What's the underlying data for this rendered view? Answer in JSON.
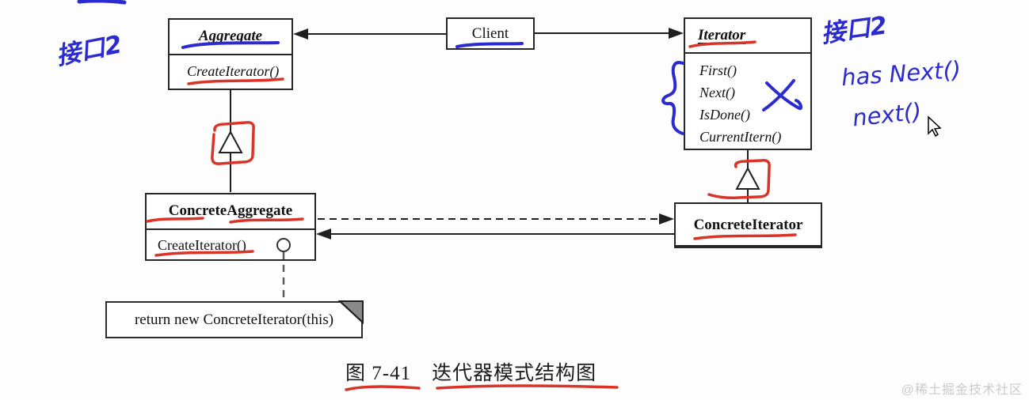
{
  "figure": {
    "caption": "图 7-41　迭代器模式结构图",
    "watermark": "@稀土掘金技术社区"
  },
  "diagram": {
    "type": "uml-class-diagram",
    "pattern": "Iterator",
    "classes": {
      "aggregate": {
        "name": "Aggregate",
        "methods": [
          "CreateIterator()"
        ]
      },
      "client": {
        "name": "Client"
      },
      "iterator": {
        "name": "Iterator",
        "methods": [
          "First()",
          "Next()",
          "IsDone()",
          "CurrentItern()"
        ]
      },
      "concrete_aggregate": {
        "name": "ConcreteAggregate",
        "methods": [
          "CreateIterator()"
        ]
      },
      "concrete_iterator": {
        "name": "ConcreteIterator"
      }
    },
    "note": "return new ConcreteIterator(this)",
    "relations": [
      "Client — Aggregate (association, arrow to Aggregate)",
      "Client — Iterator (association, arrow to Iterator)",
      "ConcreteAggregate —▷ Aggregate (generalization)",
      "ConcreteIterator —▷ Iterator (generalization)",
      "ConcreteAggregate ⇢ ConcreteIterator (dashed dependency)",
      "ConcreteIterator → ConcreteAggregate (association)"
    ]
  },
  "annotations": {
    "left_scribble": "接口2",
    "right_scribble": "接口2",
    "has_next": "has Next()",
    "next": "next()"
  },
  "colors": {
    "ink_blue": "#2b2bcf",
    "ink_red": "#da3327",
    "line_black": "#1f1f1f",
    "fold_gray": "#8a8a8a",
    "watermark_gray": "#cbcbcb"
  }
}
